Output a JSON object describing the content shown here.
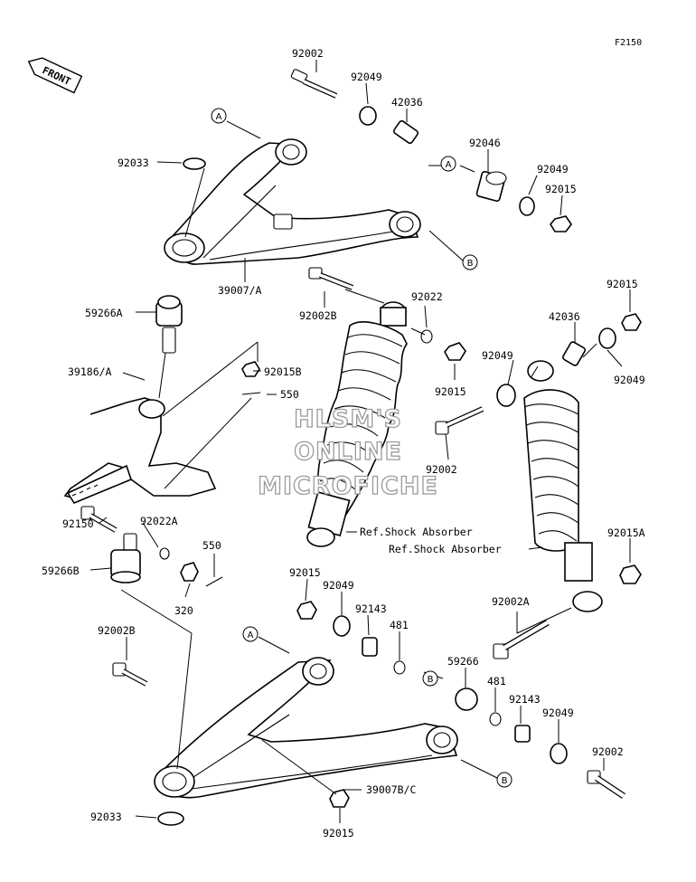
{
  "figure_code": "F2150",
  "front_arrow_label": "FRONT",
  "watermark": [
    "HLSM'S",
    "ONLINE",
    "MICROFICHE"
  ],
  "ref_labels": {
    "shock_front": "Ref.Shock Absorber",
    "shock_rear": "Ref.Shock Absorber"
  },
  "circle_markers": {
    "a1": "A",
    "a2": "A",
    "a3": "A",
    "b1": "B",
    "b2": "B",
    "b3": "B"
  },
  "part_labels": {
    "p_92002_top": "92002",
    "p_92049_top": "92049",
    "p_42036_top": "42036",
    "p_92046": "92046",
    "p_92049_mid": "92049",
    "p_92015_topright": "92015",
    "p_92033_top": "92033",
    "p_39007a": "39007/A",
    "p_92002b_mid": "92002B",
    "p_92022": "92022",
    "p_92015_right": "92015",
    "p_42036_right": "42036",
    "p_92049_right1": "92049",
    "p_92049_right2": "92049",
    "p_59266a": "59266A",
    "p_39186a": "39186/A",
    "p_92015b": "92015B",
    "p_550_top": "550",
    "p_92015_center": "92015",
    "p_92002_center": "92002",
    "p_92150": "92150",
    "p_92022a": "92022A",
    "p_550_low": "550",
    "p_59266b": "59266B",
    "p_320": "320",
    "p_92015a": "92015A",
    "p_92015_low": "92015",
    "p_92049_low": "92049",
    "p_92143_1": "92143",
    "p_481_1": "481",
    "p_92002a": "92002A",
    "p_92002b_low": "92002B",
    "p_59266": "59266",
    "p_481_2": "481",
    "p_92143_2": "92143",
    "p_92049_low2": "92049",
    "p_92002_low": "92002",
    "p_39007bc": "39007B/C",
    "p_92033_low": "92033",
    "p_92015_bottom": "92015"
  }
}
